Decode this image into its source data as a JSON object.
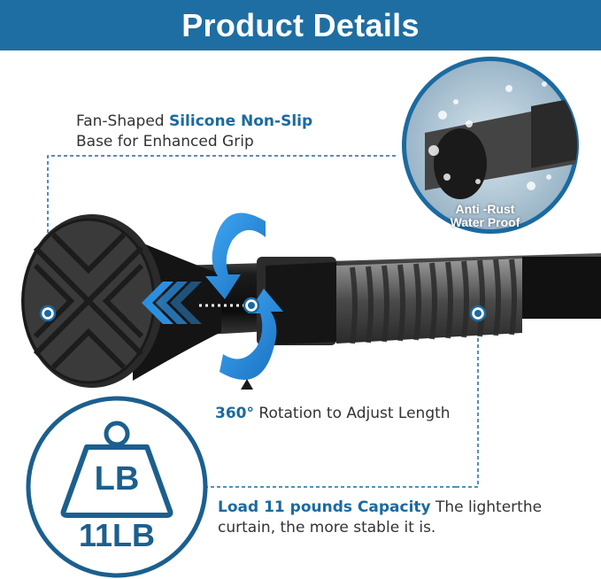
{
  "header": {
    "title": "Product Details"
  },
  "callouts": {
    "base": {
      "prefix": "Fan-Shaped ",
      "highlight": "Silicone Non-Slip",
      "suffix": "Base for Enhanced Grip"
    },
    "rotation": {
      "highlight": "360°",
      "text": " Rotation to Adjust Length"
    },
    "load": {
      "highlight": "Load 11 pounds Capacity",
      "text": " The lighterthe curtain, the more stable it is."
    }
  },
  "badge": {
    "line1": "Anti -Rust",
    "line2": "Water Proof"
  },
  "weight_icon": {
    "inner_label": "LB",
    "outer_label": "11LB"
  },
  "colors": {
    "accent": "#1e6ea3",
    "highlight": "#1b6aa0",
    "rod": "#1a1a1a"
  }
}
